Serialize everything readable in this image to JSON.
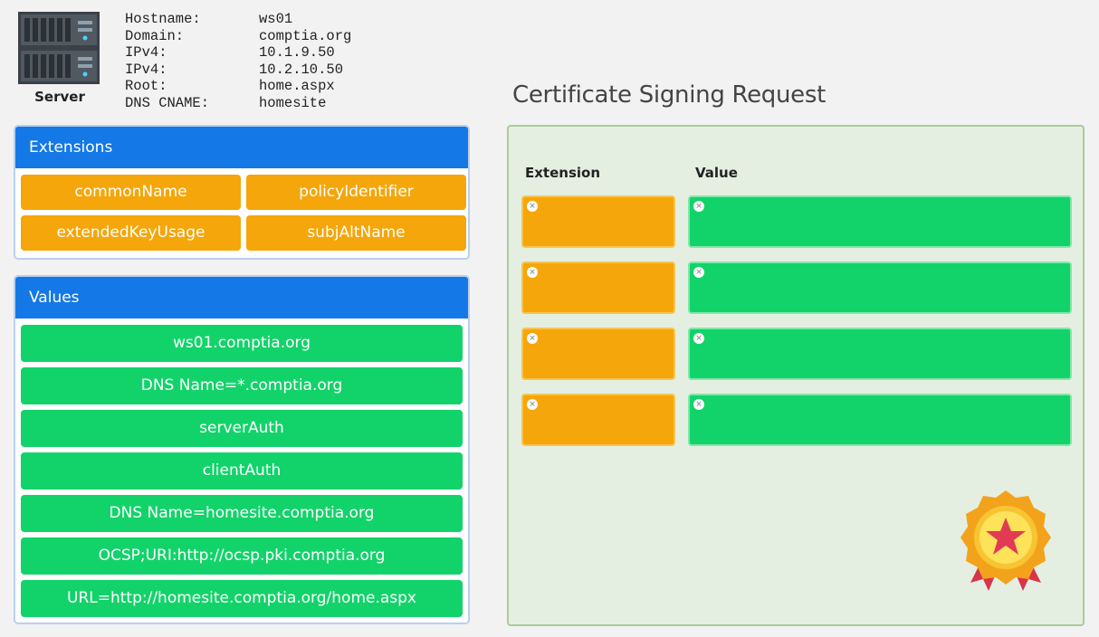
{
  "server": {
    "label": "Server",
    "rows": [
      {
        "key": "Hostname:",
        "value": "ws01"
      },
      {
        "key": "Domain:",
        "value": "comptia.org"
      },
      {
        "key": "IPv4:",
        "value": "10.1.9.50"
      },
      {
        "key": "IPv4:",
        "value": "10.2.10.50"
      },
      {
        "key": "Root:",
        "value": "home.aspx"
      },
      {
        "key": "DNS CNAME:",
        "value": "homesite"
      }
    ]
  },
  "extensions": {
    "title": "Extensions",
    "items": [
      "commonName",
      "policyIdentifier",
      "extendedKeyUsage",
      "subjAltName"
    ]
  },
  "values": {
    "title": "Values",
    "items": [
      "ws01.comptia.org",
      "DNS Name=*.comptia.org",
      "serverAuth",
      "clientAuth",
      "DNS Name=homesite.comptia.org",
      "OCSP;URI:http://ocsp.pki.comptia.org",
      "URL=http://homesite.comptia.org/home.aspx"
    ]
  },
  "csr": {
    "title": "Certificate Signing Request",
    "col_extension": "Extension",
    "col_value": "Value",
    "slot_count": 4,
    "remove_symbol": "×"
  },
  "colors": {
    "header_blue": "#1478e6",
    "chip_orange": "#f5a60a",
    "chip_green": "#12d36a",
    "csr_bg": "#e5efe1"
  },
  "icons": {
    "server": "server-rack-icon",
    "badge": "award-badge-icon",
    "remove": "remove-icon"
  }
}
